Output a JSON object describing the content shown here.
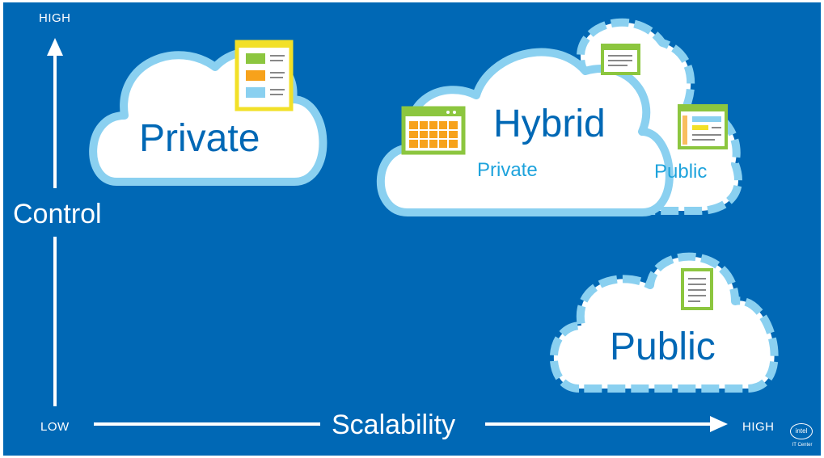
{
  "y_axis": {
    "top_label": "HIGH",
    "label": "Control"
  },
  "x_axis": {
    "left_label": "LOW",
    "label": "Scalability",
    "right_label": "HIGH"
  },
  "clouds": {
    "private": {
      "title": "Private"
    },
    "hybrid": {
      "title": "Hybrid",
      "left_label": "Private",
      "right_label": "Public"
    },
    "public": {
      "title": "Public"
    }
  },
  "logo": {
    "name": "intel",
    "sub": "IT Center"
  },
  "colors": {
    "background": "#0068b5",
    "cloud_fill": "#ffffff",
    "cloud_border": "#8ad0f0",
    "cloud_text": "#0068b5",
    "sub_text": "#1ea3dc",
    "icon_yellow": "#f2e028",
    "icon_green": "#8cc63f",
    "icon_orange": "#f7a21b",
    "icon_lightblue": "#8ad0f0"
  },
  "icons": [
    "browser-window-icon",
    "calendar-window-icon",
    "document-window-icon",
    "dashboard-window-icon",
    "document-icon"
  ]
}
